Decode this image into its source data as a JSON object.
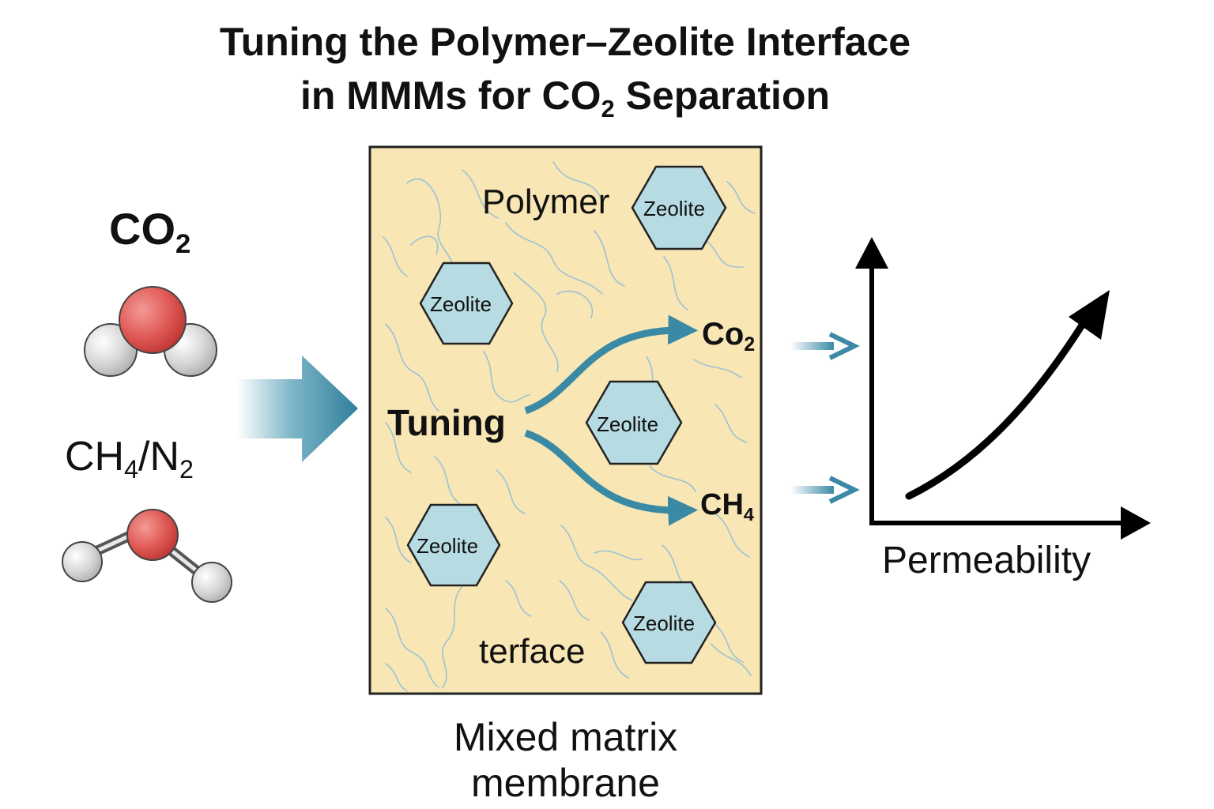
{
  "title": {
    "line1": "Tuning the Polymer–Zeolite Interface",
    "line2_pre": "in MMMs for CO",
    "line2_sub": "2",
    "line2_post": " Separation"
  },
  "feed": {
    "co2_main": "CO",
    "co2_sub": "2",
    "mix_a": "CH",
    "mix_a_sub": "4",
    "mix_sep": "/N",
    "mix_b_sub": "2"
  },
  "membrane": {
    "polymer_label": "Polymer",
    "zeolite_label": "Zeolite",
    "tuning_label": "Tuning",
    "interface_label": "terface",
    "caption_line1": "Mixed matrix",
    "caption_line2": "membrane"
  },
  "outputs": {
    "co2_main": "Co",
    "co2_sub": "2",
    "ch4_main": "CH",
    "ch4_sub": "4"
  },
  "graph": {
    "x_label": "Permeability"
  },
  "colors": {
    "membrane_fill": "#f8e6b4",
    "zeolite_fill": "#b7dbe2",
    "arrow_teal": "#3a8aa6",
    "oxygen_red": "#d94a4a",
    "atom_grey": "#d6d6d6",
    "fiber_blue": "#9cc3d3"
  }
}
